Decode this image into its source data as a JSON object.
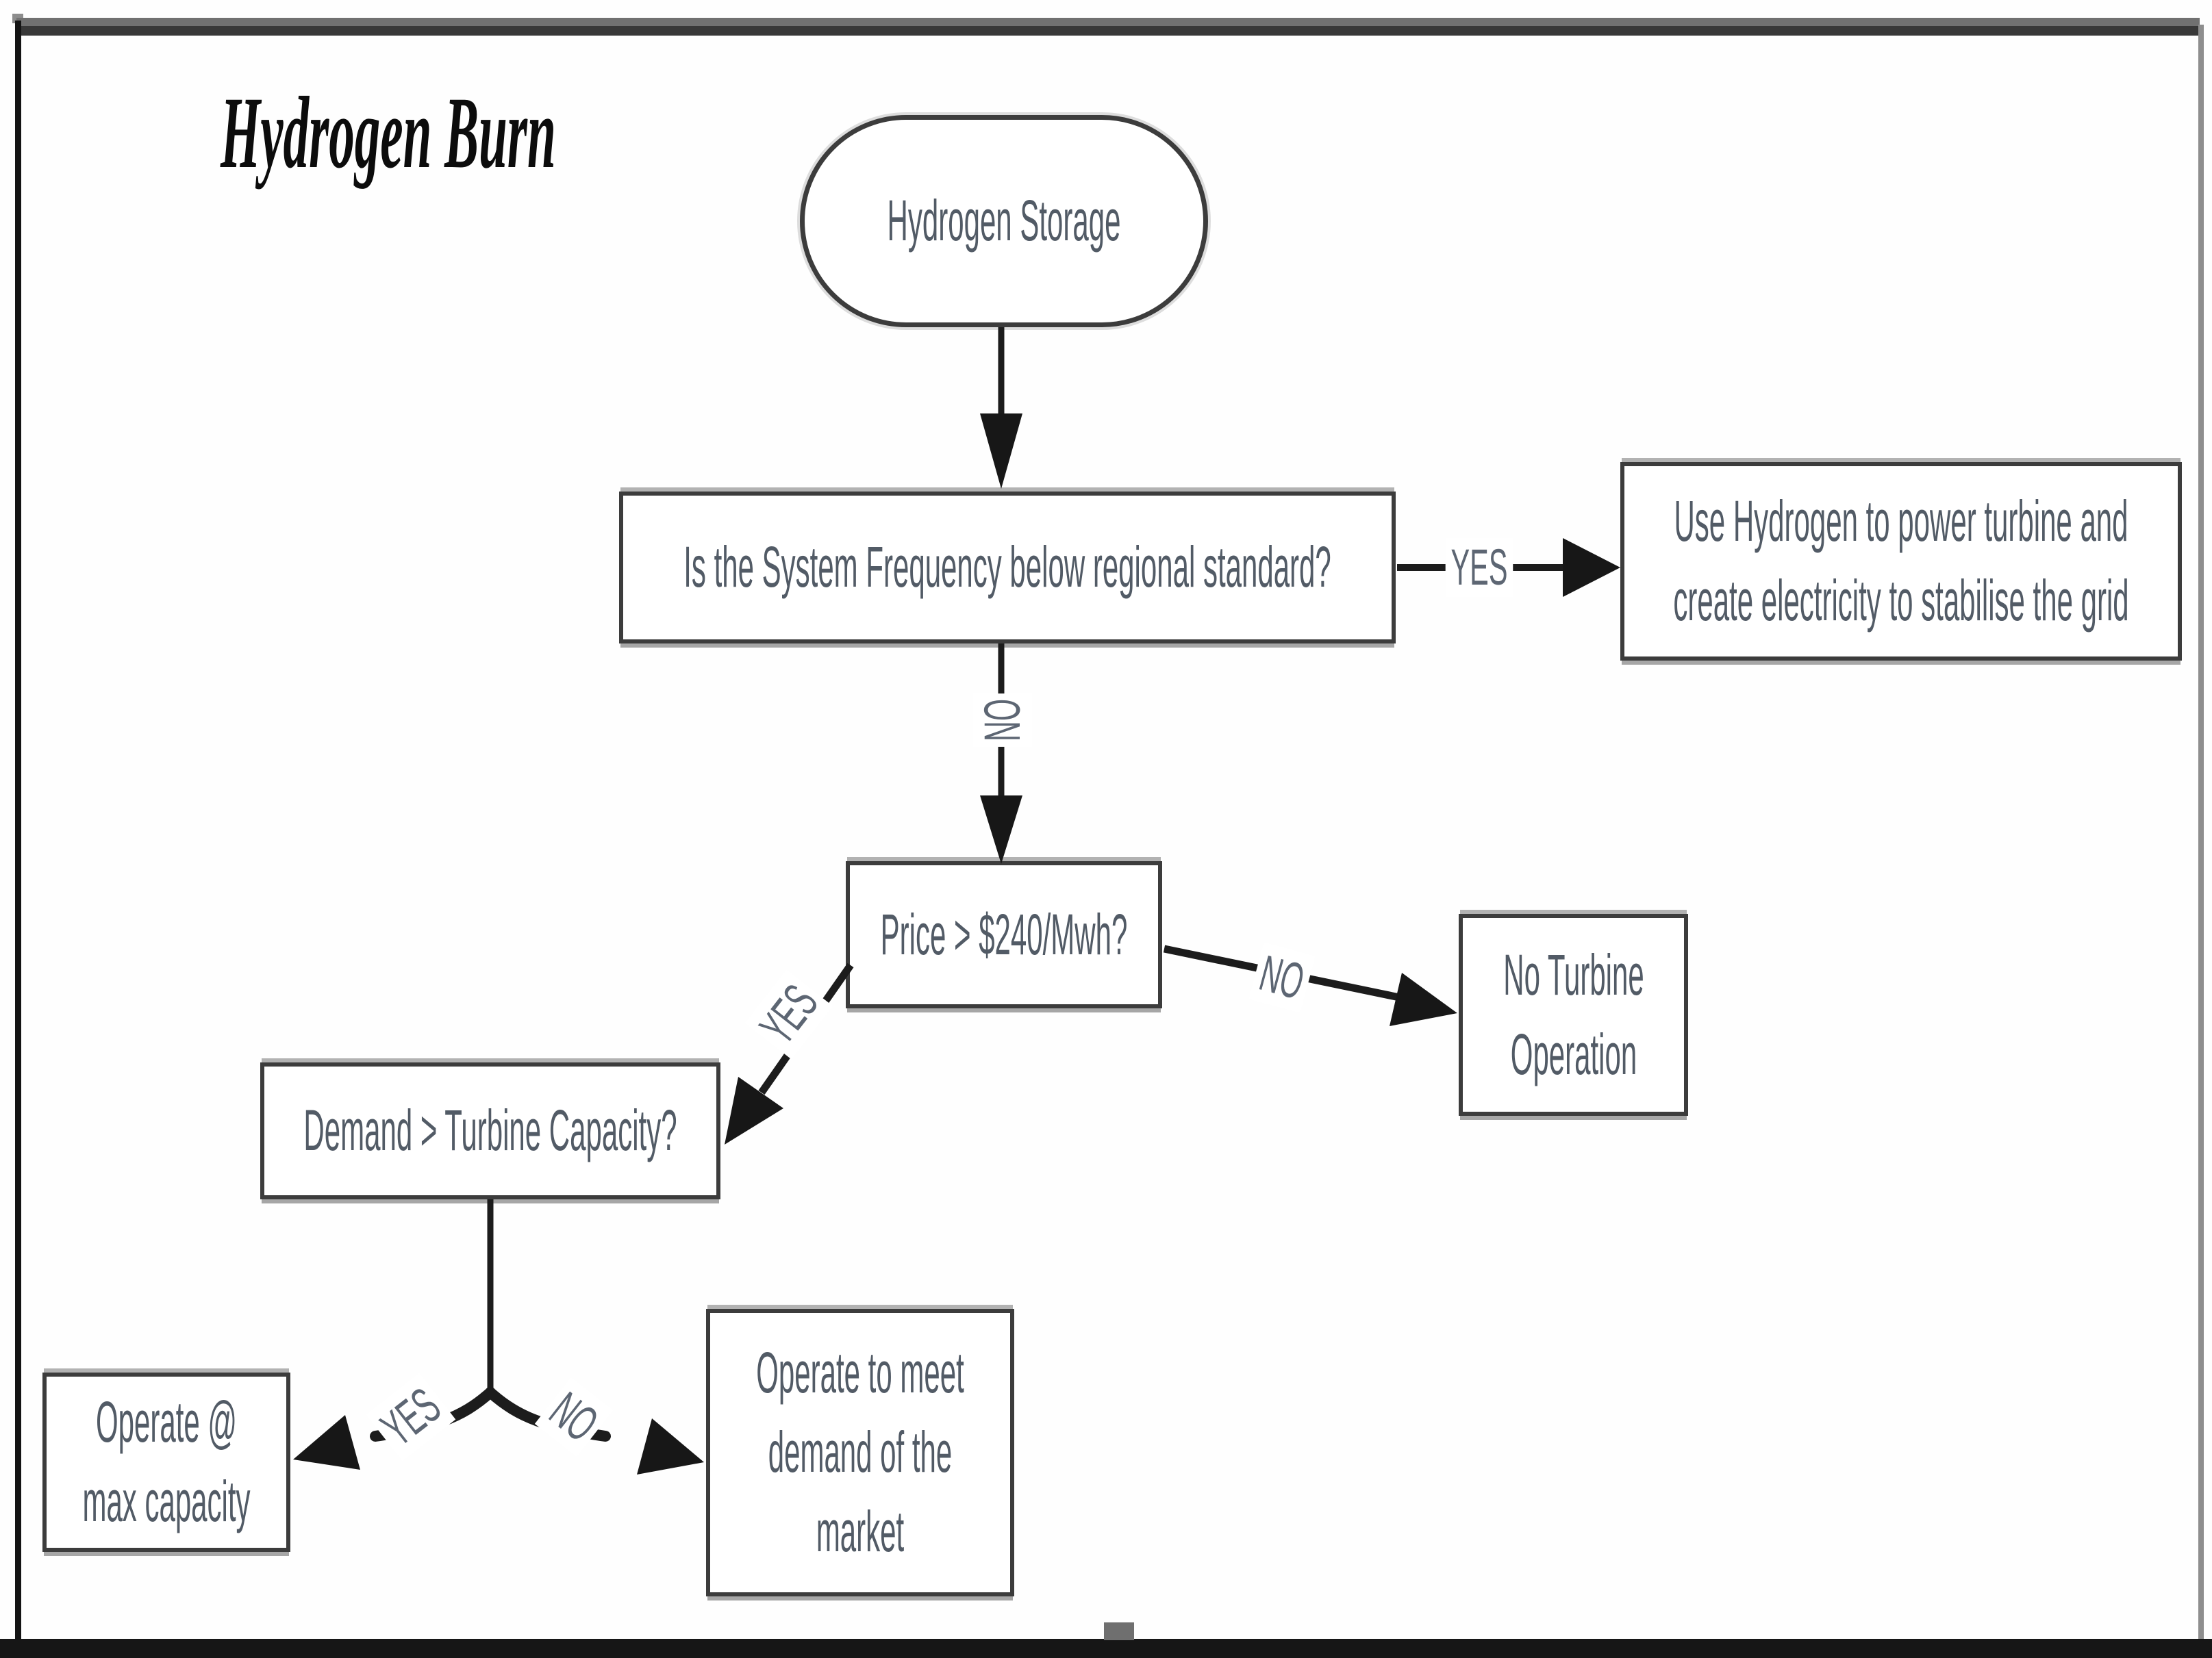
{
  "title": "Hydrogen Burn",
  "nodes": {
    "storage": {
      "label": "Hydrogen Storage",
      "shape": "terminator"
    },
    "frequency": {
      "label": "Is the System Frequency below regional standard?",
      "shape": "process"
    },
    "use_hydrogen": {
      "label": "Use Hydrogen to power turbine and\ncreate electricity to stabilise the grid",
      "shape": "process"
    },
    "price": {
      "label": "Price > $240/Mwh?",
      "shape": "process"
    },
    "no_turbine": {
      "label": "No Turbine\nOperation",
      "shape": "process"
    },
    "demand": {
      "label": "Demand > Turbine Capacity?",
      "shape": "process"
    },
    "max_capacity": {
      "label": "Operate @\nmax capacity",
      "shape": "process"
    },
    "market": {
      "label": "Operate to meet\ndemand of the\nmarket",
      "shape": "process"
    }
  },
  "edges": {
    "frequency_yes": "YES",
    "frequency_no": "NO",
    "price_no": "NO",
    "price_yes": "YES",
    "demand_yes": "YES",
    "demand_no": "NO"
  },
  "colors": {
    "background": "#ffffff",
    "ink": "#1c1c1c",
    "box_border": "#3c3c3c",
    "node_text": "#525b66",
    "edge_label_text": "#5d6673",
    "title_text": "#0c0c0c"
  }
}
